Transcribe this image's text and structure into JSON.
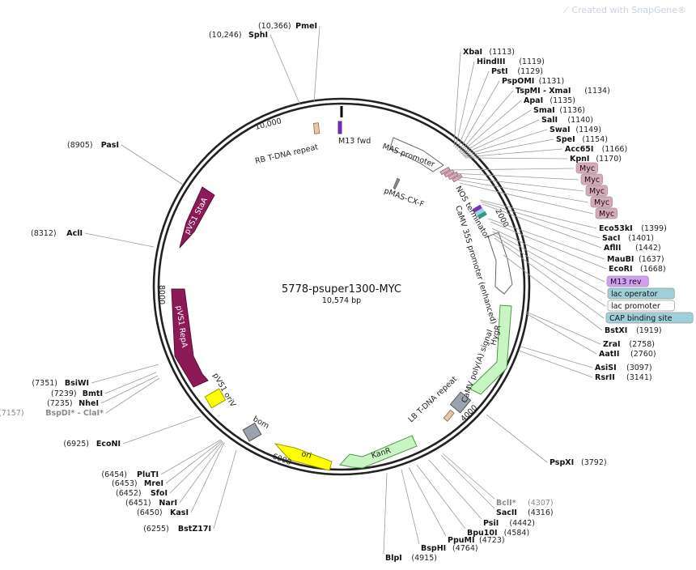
{
  "watermark": {
    "text": "Created with SnapGene®",
    "icon": "snapgene-logo-icon"
  },
  "plasmid": {
    "name": "5778-psuper1300-MYC",
    "length": "10,574 bp"
  },
  "ticks": [
    {
      "label": "2000",
      "bp": 2000
    },
    {
      "label": "4000",
      "bp": 4000
    },
    {
      "label": "6000",
      "bp": 6000
    },
    {
      "label": "8000",
      "bp": 8000
    },
    {
      "label": "10,000",
      "bp": 10000
    }
  ],
  "right_sites": [
    {
      "name": "XbaI",
      "pos": "(1113)"
    },
    {
      "name": "HindIII",
      "pos": "(1119)"
    },
    {
      "name": "PstI",
      "pos": "(1129)"
    },
    {
      "name": "PspOMI",
      "pos": "(1131)"
    },
    {
      "name": "TspMI - XmaI",
      "pos": "(1134)"
    },
    {
      "name": "ApaI",
      "pos": "(1135)"
    },
    {
      "name": "SmaI",
      "pos": "(1136)"
    },
    {
      "name": "SalI",
      "pos": "(1140)"
    },
    {
      "name": "SwaI",
      "pos": "(1149)"
    },
    {
      "name": "SpeI",
      "pos": "(1154)"
    },
    {
      "name": "Acc65I",
      "pos": "(1166)"
    },
    {
      "name": "KpnI",
      "pos": "(1170)"
    },
    {
      "name": "Myc",
      "pos": "",
      "box": "#d8a9b8"
    },
    {
      "name": "Myc",
      "pos": "",
      "box": "#d8a9b8"
    },
    {
      "name": "Myc",
      "pos": "",
      "box": "#d8a9b8"
    },
    {
      "name": "Myc",
      "pos": "",
      "box": "#d8a9b8"
    },
    {
      "name": "Myc",
      "pos": "",
      "box": "#d8a9b8"
    },
    {
      "name": "Eco53kI",
      "pos": "(1399)"
    },
    {
      "name": "SacI",
      "pos": "(1401)"
    },
    {
      "name": "AflII",
      "pos": "(1442)"
    },
    {
      "name": "MauBI",
      "pos": "(1637)"
    },
    {
      "name": "EcoRI",
      "pos": "(1668)"
    },
    {
      "name": "M13 rev",
      "pos": "",
      "box": "#d39ff3"
    },
    {
      "name": "lac operator",
      "pos": "",
      "box": "#9fcfd9"
    },
    {
      "name": "lac promoter",
      "pos": "",
      "box": "#ffffff"
    },
    {
      "name": "CAP binding site",
      "pos": "",
      "box": "#9fcfd9"
    },
    {
      "name": "BstXI",
      "pos": "(1919)"
    },
    {
      "name": "ZraI",
      "pos": "(2758)"
    },
    {
      "name": "AatII",
      "pos": "(2760)"
    },
    {
      "name": "AsiSI",
      "pos": "(3097)"
    },
    {
      "name": "RsrII",
      "pos": "(3141)"
    },
    {
      "name": "PspXI",
      "pos": "(3792)"
    }
  ],
  "bottom_sites": [
    {
      "name": "BclI*",
      "pos": "(4307)",
      "dim": true
    },
    {
      "name": "SacII",
      "pos": "(4316)"
    },
    {
      "name": "PsiI",
      "pos": "(4442)"
    },
    {
      "name": "Bpu10I",
      "pos": "(4584)"
    },
    {
      "name": "PpuMI",
      "pos": "(4723)"
    },
    {
      "name": "BspHI",
      "pos": "(4764)"
    },
    {
      "name": "BlpI",
      "pos": "(4915)"
    }
  ],
  "left_sites": [
    {
      "name": "BstZ17I",
      "pos": "(6255)"
    },
    {
      "name": "KasI",
      "pos": "(6450)"
    },
    {
      "name": "NarI",
      "pos": "(6451)"
    },
    {
      "name": "SfoI",
      "pos": "(6452)"
    },
    {
      "name": "MreI",
      "pos": "(6453)"
    },
    {
      "name": "PluTI",
      "pos": "(6454)"
    },
    {
      "name": "EcoNI",
      "pos": "(6925)"
    },
    {
      "name": "BspDI* - ClaI*",
      "pos": "(7157)",
      "dim": true
    },
    {
      "name": "NheI",
      "pos": "(7235)"
    },
    {
      "name": "BmtI",
      "pos": "(7239)"
    },
    {
      "name": "BsiWI",
      "pos": "(7351)"
    },
    {
      "name": "AclI",
      "pos": "(8312)"
    },
    {
      "name": "PasI",
      "pos": "(8905)"
    },
    {
      "name": "SphI",
      "pos": "(10,246)"
    },
    {
      "name": "PmeI",
      "pos": "(10,366)"
    }
  ],
  "features": [
    {
      "label": "M13 fwd",
      "color": "#7b2fbf"
    },
    {
      "label": "RB T-DNA repeat",
      "color": "#e8c7a8"
    },
    {
      "label": "MAS promoter",
      "color": "#ffffff"
    },
    {
      "label": "pMAS-CX-F",
      "color": "#888888"
    },
    {
      "label": "NOS terminator",
      "color": "#ffffff"
    },
    {
      "label": "CaMV 35S promoter (enhanced)",
      "color": "#ffffff"
    },
    {
      "label": "HygR",
      "color": "#c9f5c4"
    },
    {
      "label": "CaMV poly(A) signal",
      "color": "#9aa3ad"
    },
    {
      "label": "LB T-DNA repeat",
      "color": "#e8c7a8"
    },
    {
      "label": "KanR",
      "color": "#c9f5c4"
    },
    {
      "label": "ori",
      "color": "#ffff00"
    },
    {
      "label": "bom",
      "color": "#9aa3ad"
    },
    {
      "label": "pVS1 oriV",
      "color": "#ffff00"
    },
    {
      "label": "pVS1 RepA",
      "color": "#8b1a56"
    },
    {
      "label": "pVS1 StaA",
      "color": "#8b1a56"
    }
  ]
}
